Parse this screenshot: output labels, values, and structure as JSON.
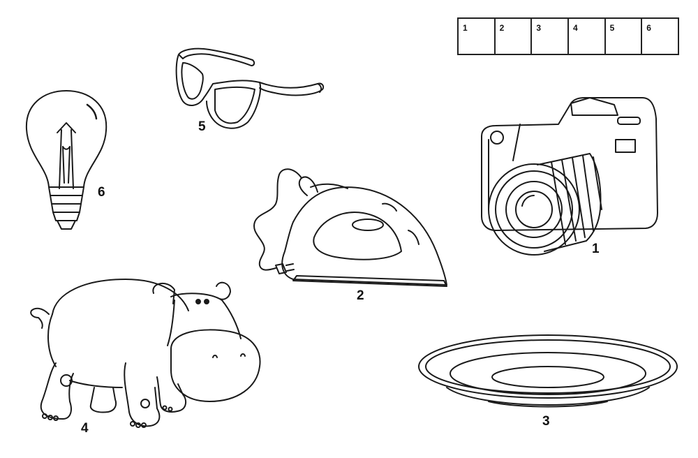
{
  "answer_table": {
    "cells": [
      "1",
      "2",
      "3",
      "4",
      "5",
      "6"
    ]
  },
  "items": {
    "camera": {
      "number": "1"
    },
    "iron": {
      "number": "2"
    },
    "plate": {
      "number": "3"
    },
    "hippo": {
      "number": "4"
    },
    "glasses": {
      "number": "5"
    },
    "bulb": {
      "number": "6"
    }
  }
}
